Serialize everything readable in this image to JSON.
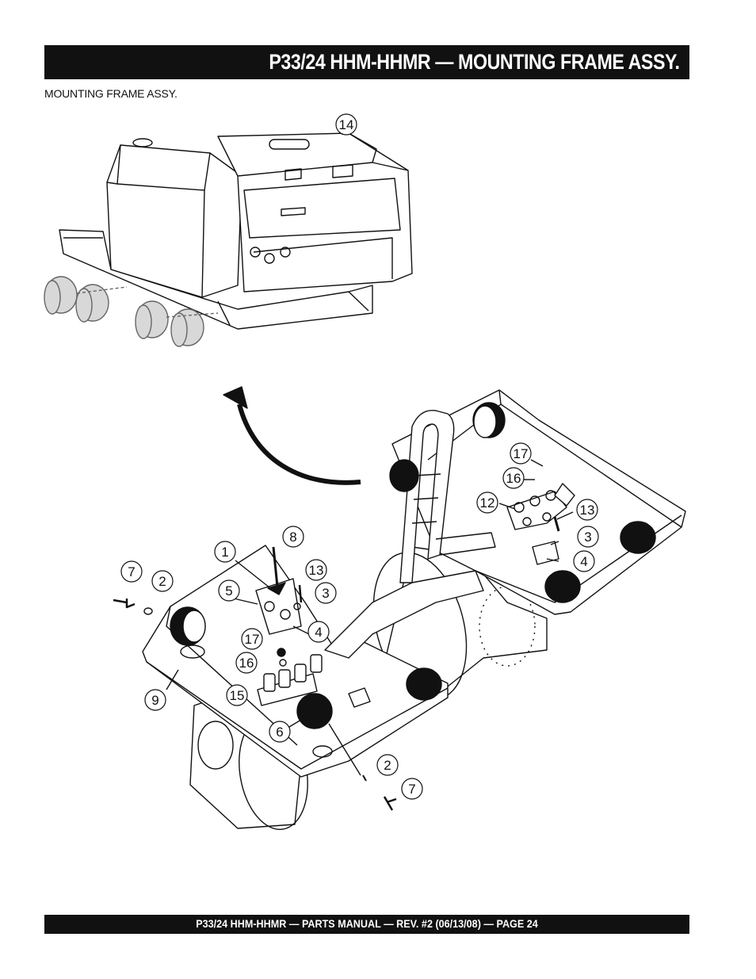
{
  "header": {
    "title": "P33/24 HHM-HHMR — MOUNTING FRAME ASSY."
  },
  "section": {
    "label": "MOUNTING FRAME ASSY."
  },
  "callouts": {
    "c14": "14",
    "c17a": "17",
    "c16a": "16",
    "c12": "12",
    "c13a": "13",
    "c3a": "3",
    "c4a": "4",
    "c1": "1",
    "c8": "8",
    "c7a": "7",
    "c2a": "2",
    "c13b": "13",
    "c5": "5",
    "c3b": "3",
    "c4b": "4",
    "c17b": "17",
    "c16b": "16",
    "c15": "15",
    "c9": "9",
    "c6": "6",
    "c2b": "2",
    "c7b": "7"
  },
  "footer": {
    "text": "P33/24 HHM-HHMR — PARTS MANUAL — REV. #2 (06/13/08) — PAGE 24"
  }
}
